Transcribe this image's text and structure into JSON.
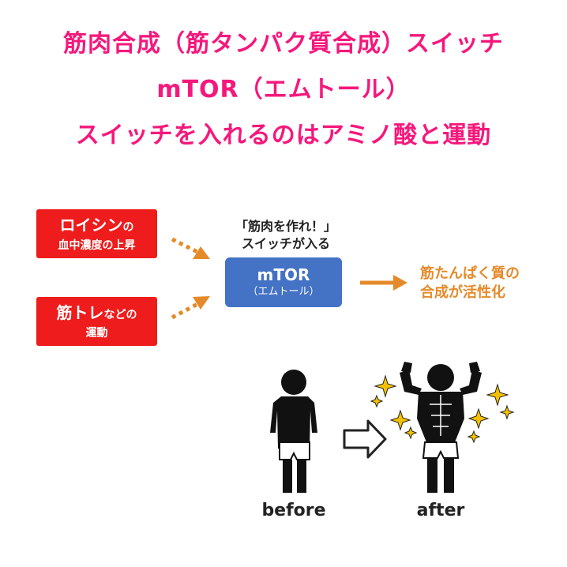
{
  "colors": {
    "title": "#f5187c",
    "red_box": "#ee1c1c",
    "blue_box": "#4472c4",
    "arrow": "#e58a2a",
    "result_text": "#e58a2a",
    "sparkle": "#f2c200"
  },
  "title": {
    "line1": "筋肉合成（筋タンパク質合成）スイッチ",
    "line2": "mTOR（エムトール）",
    "line3": "スイッチを入れるのはアミノ酸と運動"
  },
  "inputs": [
    {
      "main": "ロイシン",
      "suffix": "の",
      "sub": "血中濃度の上昇"
    },
    {
      "main": "筋トレ",
      "suffix": "などの",
      "sub": "運動"
    }
  ],
  "switch_note": {
    "line1": "「筋肉を作れ！」",
    "line2": "スイッチが入る"
  },
  "mtor": {
    "name": "mTOR",
    "reading": "（エムトール）"
  },
  "result": {
    "line1": "筋たんぱく質の",
    "line2": "合成が活性化"
  },
  "figures": {
    "before_label": "before",
    "after_label": "after"
  },
  "icons": [
    "dotted-arrow-icon",
    "arrow-right-icon",
    "outline-arrow-icon",
    "sparkle-icon"
  ]
}
